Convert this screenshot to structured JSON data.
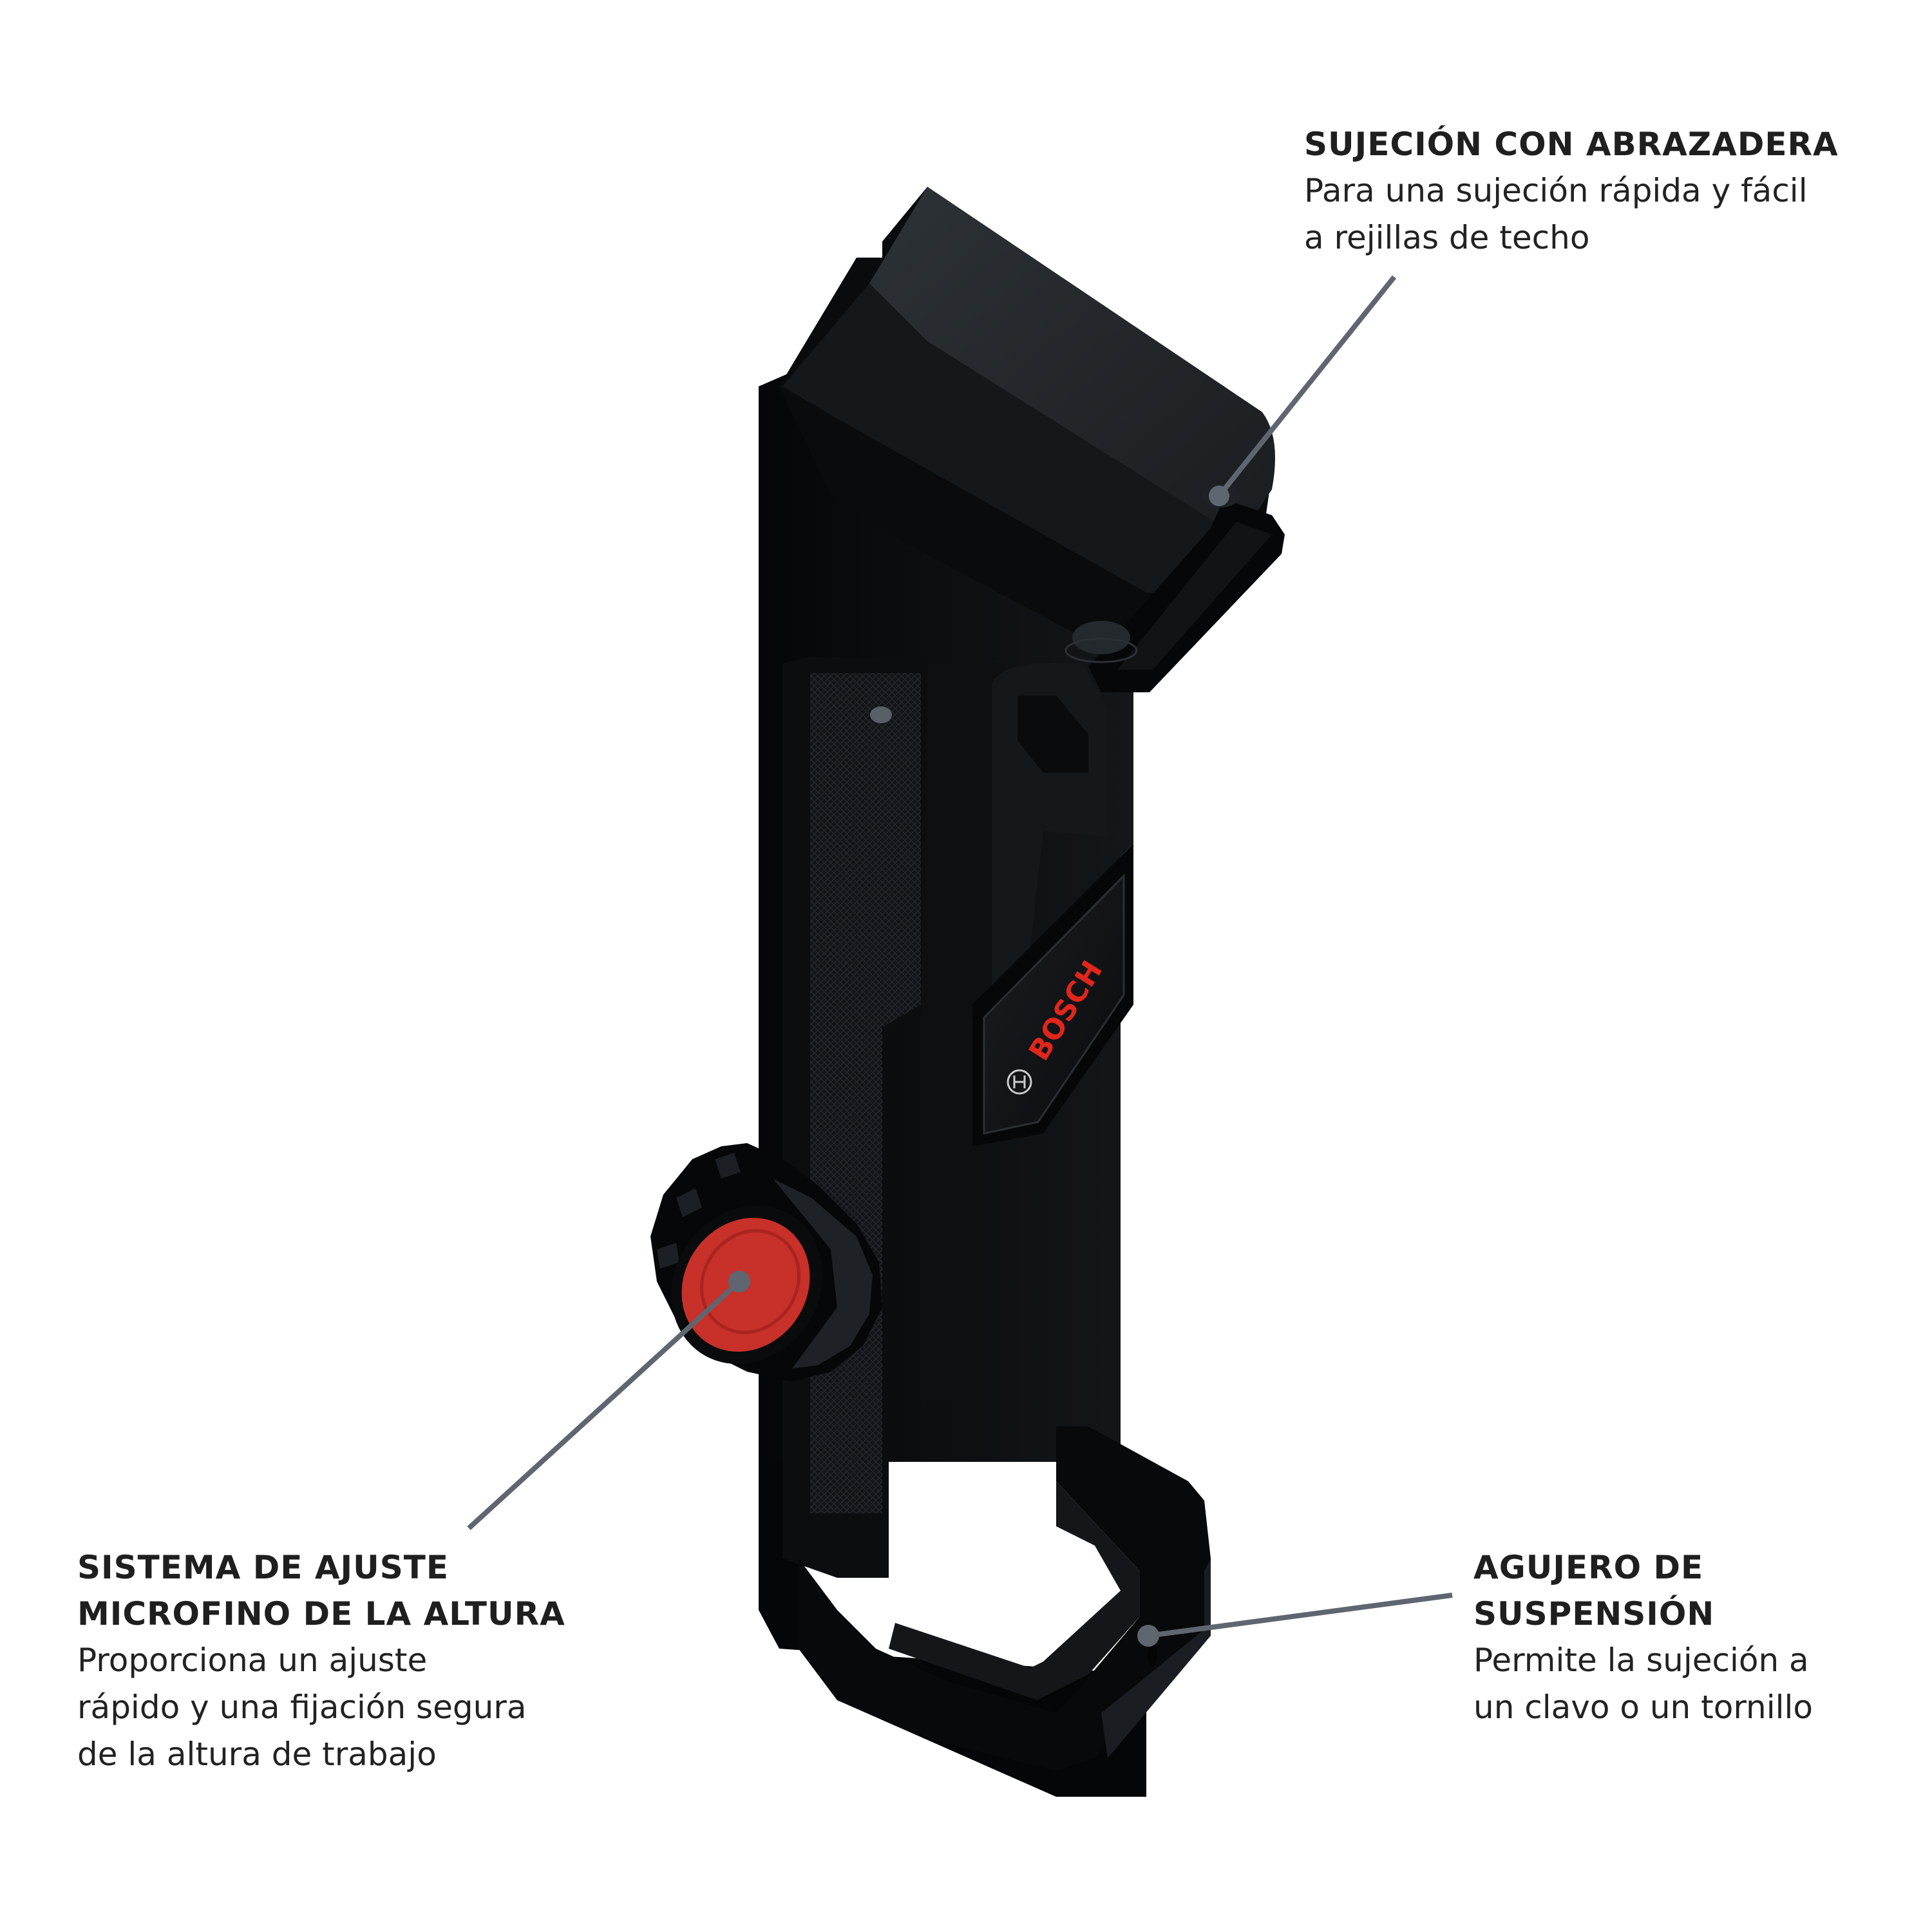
{
  "colors": {
    "background": "#ffffff",
    "text": "#1f1f1f",
    "pointer": "#5f6670",
    "product_body": "#0b0c0e",
    "product_face": "#2a2e33",
    "knob_red": "#c8302a",
    "brand_red": "#e2261b"
  },
  "product": {
    "brand_logo_text": "BOSCH",
    "brand_logo_icon": "bosch-armature-icon"
  },
  "callouts": {
    "clamp": {
      "title": [
        "SUJECIÓN CON ABRAZADERA"
      ],
      "body": [
        "Para una sujeción rápida y fácil",
        "a rejillas de techo"
      ]
    },
    "height_adjust": {
      "title": [
        "SISTEMA DE AJUSTE",
        "MICROFINO DE LA ALTURA"
      ],
      "body": [
        "Proporciona un ajuste",
        "rápido y una fijación segura",
        "de la altura de trabajo"
      ]
    },
    "hanging_hole": {
      "title": [
        "AGUJERO DE",
        "SUSPENSIÓN"
      ],
      "body": [
        "Permite la sujeción a",
        "un clavo o un tornillo"
      ]
    }
  }
}
